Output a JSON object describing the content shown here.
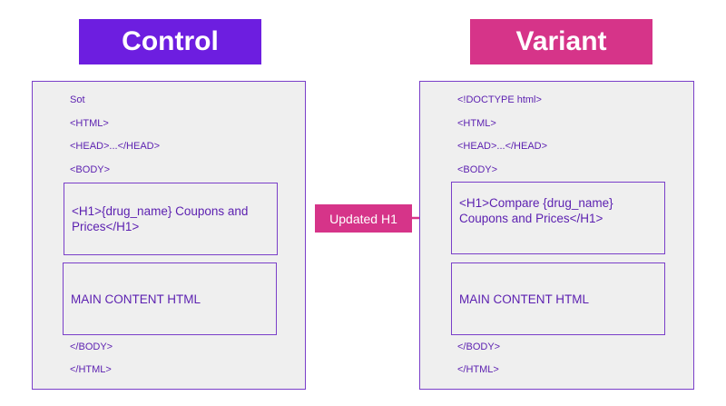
{
  "control": {
    "title": "Control",
    "lines_top": [
      "Sot",
      "<HTML>",
      "<HEAD>...</HEAD>",
      "<BODY>"
    ],
    "h1_line1": "<H1>{drug_name} Coupons and",
    "h1_line2": "Prices</H1>",
    "main_content": "MAIN CONTENT HTML",
    "lines_bottom": [
      "</BODY>",
      "</HTML>"
    ]
  },
  "variant": {
    "title": "Variant",
    "lines_top": [
      "<!DOCTYPE html>",
      "<HTML>",
      "<HEAD>...</HEAD>",
      "<BODY>"
    ],
    "h1_line1": "<H1>Compare {drug_name}",
    "h1_line2": "Coupons and Prices</H1>",
    "main_content": "MAIN CONTENT HTML",
    "lines_bottom": [
      "</BODY>",
      "</HTML>"
    ]
  },
  "arrow": {
    "label": "Updated H1"
  },
  "colors": {
    "control_accent": "#6d1ee0",
    "variant_accent": "#d63489",
    "text": "#5b1fb0",
    "panel_bg": "#efefef"
  }
}
